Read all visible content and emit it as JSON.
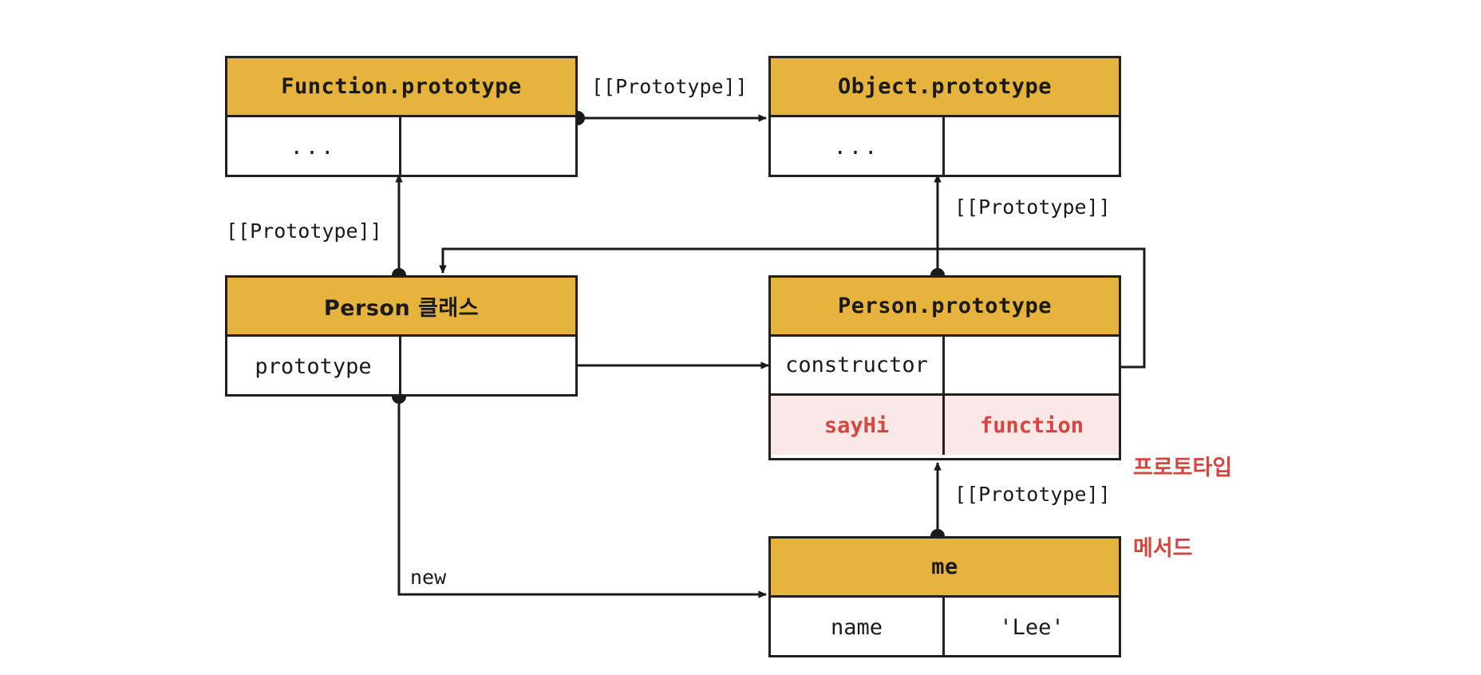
{
  "diagram": {
    "title": "JavaScript prototype chain diagram",
    "colors": {
      "header_fill": "#e6b33d",
      "box_border": "#231f20",
      "proto_method_fill": "#fae7e7",
      "accent_red": "#d6453f",
      "background": "#ffffff"
    },
    "boxes": [
      {
        "id": "function-prototype",
        "header": "Function.prototype",
        "rows": [
          {
            "key": "...",
            "value": ""
          }
        ]
      },
      {
        "id": "object-prototype",
        "header": "Object.prototype",
        "rows": [
          {
            "key": "...",
            "value": ""
          }
        ]
      },
      {
        "id": "person-class",
        "header": "Person 클래스",
        "rows": [
          {
            "key": "prototype",
            "value": ""
          }
        ]
      },
      {
        "id": "person-prototype",
        "header": "Person.prototype",
        "rows": [
          {
            "key": "constructor",
            "value": ""
          },
          {
            "key": "sayHi",
            "value": "function",
            "highlight": true
          }
        ]
      },
      {
        "id": "me",
        "header": "me",
        "rows": [
          {
            "key": "name",
            "value": "'Lee'"
          }
        ]
      }
    ],
    "edges": [
      {
        "id": "fnproto-to-objproto",
        "label": "[[Prototype]]",
        "from": "function-prototype",
        "to": "object-prototype"
      },
      {
        "id": "personclass-to-fnproto",
        "label": "[[Prototype]]",
        "from": "person-class",
        "to": "function-prototype"
      },
      {
        "id": "personproto-to-objproto",
        "label": "[[Prototype]]",
        "from": "person-prototype",
        "to": "object-prototype"
      },
      {
        "id": "me-to-personproto",
        "label": "[[Prototype]]",
        "from": "me",
        "to": "person-prototype"
      },
      {
        "id": "personclass-new-me",
        "label": "new",
        "from": "person-class",
        "to": "me"
      },
      {
        "id": "personclass-prototype-to-personproto",
        "label": "",
        "from": "person-class",
        "to": "person-prototype"
      },
      {
        "id": "constructor-back-to-personclass",
        "label": "",
        "from": "person-prototype",
        "to": "person-class"
      }
    ],
    "annotations": [
      {
        "id": "prototype-method-note",
        "line1": "프로토타입",
        "line2": "메서드"
      }
    ]
  }
}
